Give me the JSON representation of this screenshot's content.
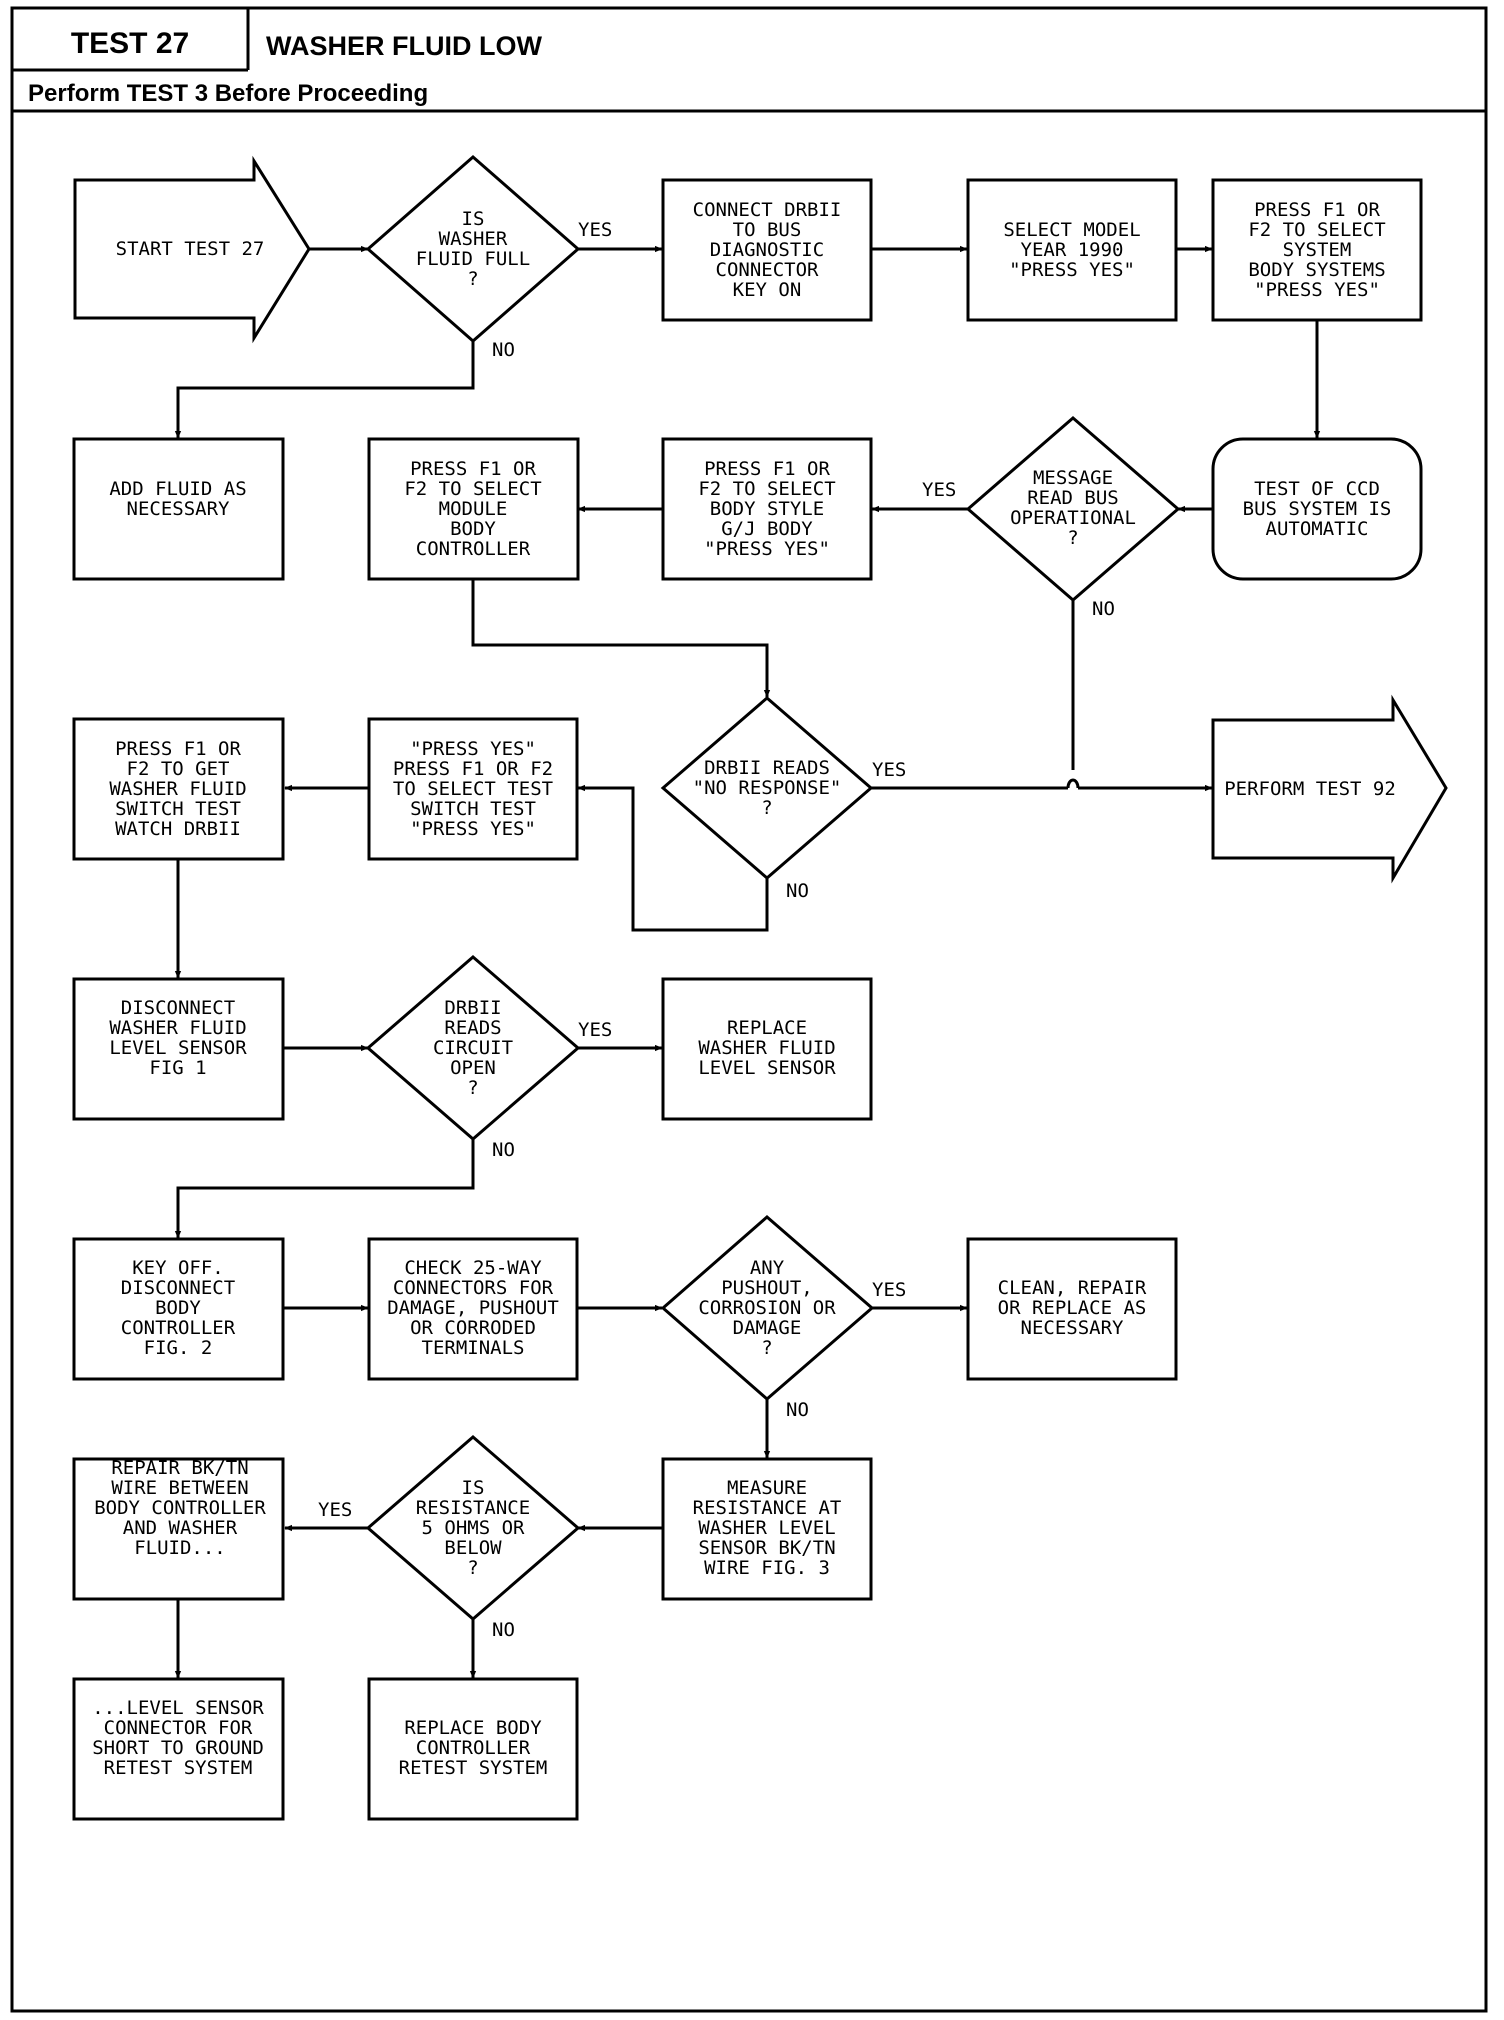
{
  "header": {
    "test_number": "TEST 27",
    "title": "WASHER FLUID LOW",
    "subtitle": "Perform TEST 3 Before Proceeding"
  },
  "nodes": {
    "start": [
      "START TEST 27"
    ],
    "d_fluid_full": [
      "IS",
      "WASHER",
      "FLUID FULL",
      "?"
    ],
    "connect_drbii": [
      "CONNECT DRBII",
      "TO BUS",
      "DIAGNOSTIC",
      "CONNECTOR",
      "KEY ON"
    ],
    "select_model_year": [
      "SELECT MODEL",
      "YEAR 1990",
      "\"PRESS YES\""
    ],
    "press_f1_system": [
      "PRESS F1 OR",
      "F2 TO SELECT",
      "SYSTEM",
      "BODY SYSTEMS",
      "\"PRESS YES\""
    ],
    "add_fluid": [
      "ADD FLUID AS",
      "NECESSARY"
    ],
    "press_f1_module": [
      "PRESS F1 OR",
      "F2 TO SELECT",
      "MODULE",
      "BODY",
      "CONTROLLER"
    ],
    "press_f1_body_style": [
      "PRESS F1 OR",
      "F2 TO SELECT",
      "BODY STYLE",
      "G/J BODY",
      "\"PRESS YES\""
    ],
    "d_message_bus": [
      "MESSAGE",
      "READ BUS",
      "OPERATIONAL",
      "?"
    ],
    "ccd_automatic": [
      "TEST OF CCD",
      "BUS SYSTEM IS",
      "AUTOMATIC"
    ],
    "press_f1_get_switch": [
      "PRESS F1 OR",
      "F2 TO GET",
      "WASHER FLUID",
      "SWITCH TEST",
      "WATCH DRBII"
    ],
    "press_yes_select_test": [
      "\"PRESS YES\"",
      "PRESS F1 OR F2",
      "TO SELECT TEST",
      "SWITCH TEST",
      "\"PRESS YES\""
    ],
    "d_no_response": [
      "DRBII READS",
      "\"NO RESPONSE\"",
      "?"
    ],
    "perform_test_92": [
      "PERFORM TEST 92"
    ],
    "disconnect_sensor": [
      "DISCONNECT",
      "WASHER FLUID",
      "LEVEL SENSOR",
      "FIG 1"
    ],
    "d_circuit_open": [
      "DRBII",
      "READS",
      "CIRCUIT",
      "OPEN",
      "?"
    ],
    "replace_sensor": [
      "REPLACE",
      "WASHER FLUID",
      "LEVEL SENSOR"
    ],
    "key_off_disconnect": [
      "KEY OFF.",
      "DISCONNECT",
      "BODY",
      "CONTROLLER",
      "FIG. 2"
    ],
    "check_connectors": [
      "CHECK 25-WAY",
      "CONNECTORS FOR",
      "DAMAGE, PUSHOUT",
      "OR CORRODED",
      "TERMINALS"
    ],
    "d_pushout": [
      "ANY",
      "PUSHOUT,",
      "CORROSION OR",
      "DAMAGE",
      "?"
    ],
    "clean_repair": [
      "CLEAN, REPAIR",
      "OR REPLACE AS",
      "NECESSARY"
    ],
    "measure_resistance": [
      "MEASURE",
      "RESISTANCE AT",
      "WASHER LEVEL",
      "SENSOR BK/TN",
      "WIRE FIG. 3"
    ],
    "d_resistance": [
      "IS",
      "RESISTANCE",
      "5 OHMS OR",
      "BELOW",
      "?"
    ],
    "repair_wire": [
      "REPAIR BK/TN",
      "WIRE BETWEEN",
      "BODY CONTROLLER",
      "AND WASHER",
      "FLUID..."
    ],
    "level_sensor_short": [
      "...LEVEL SENSOR",
      "CONNECTOR FOR",
      "SHORT TO GROUND",
      "RETEST SYSTEM"
    ],
    "replace_body_controller": [
      "REPLACE BODY",
      "CONTROLLER",
      "RETEST SYSTEM"
    ]
  },
  "edge_labels": {
    "yes": "YES",
    "no": "NO"
  }
}
